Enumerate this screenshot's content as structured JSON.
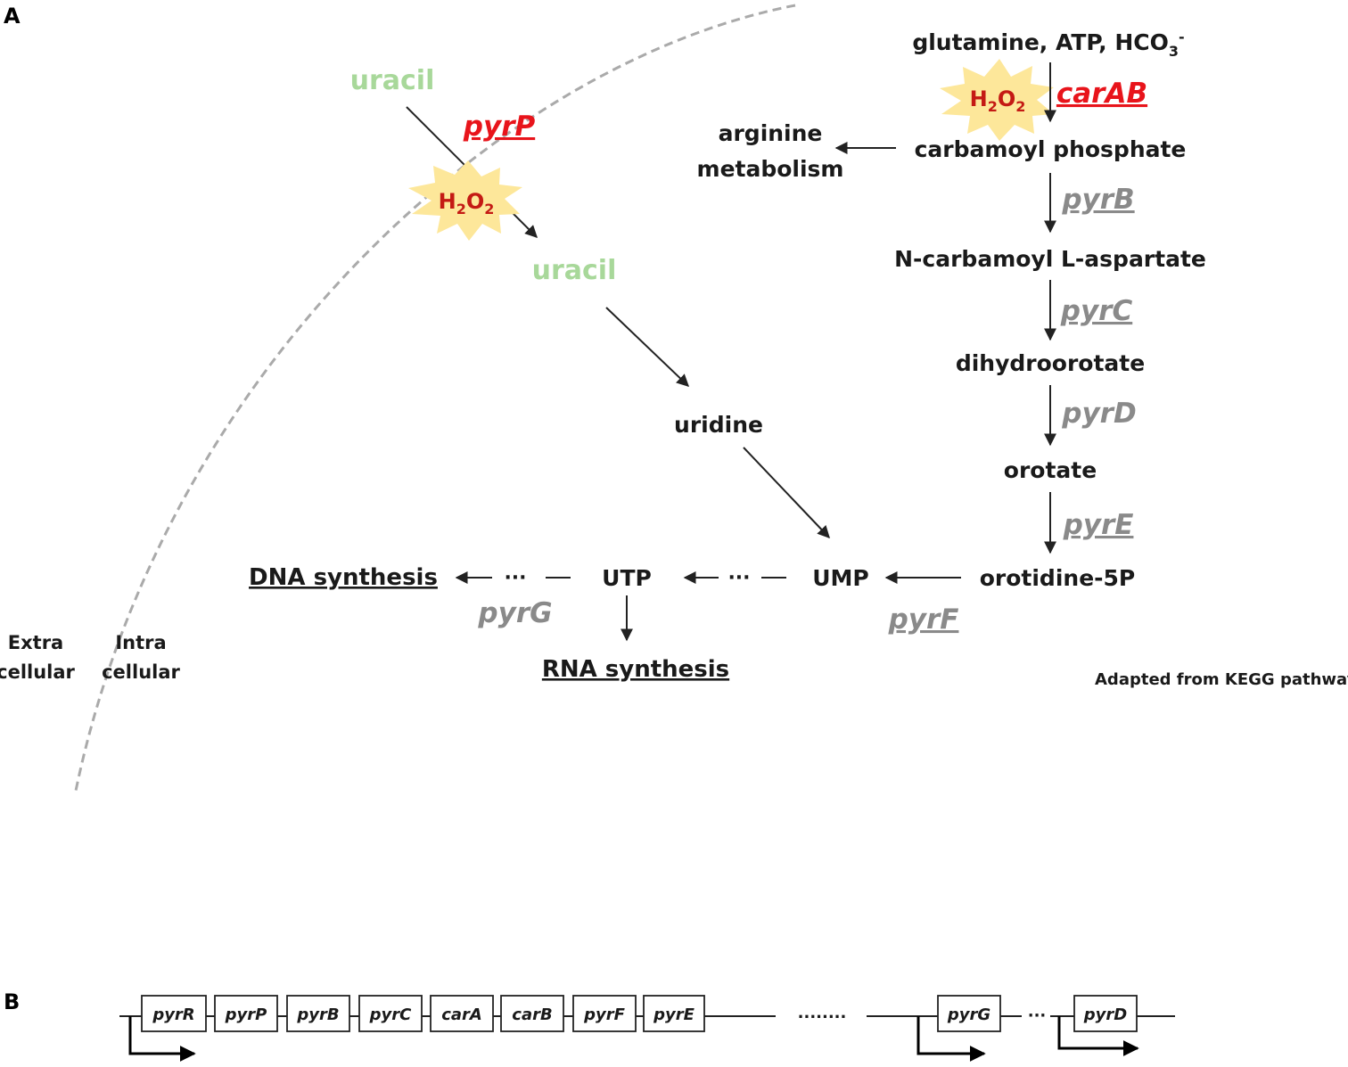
{
  "panel_labels": {
    "a": "A",
    "b": "B"
  },
  "credit": "Adapted from KEGG pathway",
  "compartments": {
    "extra": [
      "Extra",
      "cellular"
    ],
    "intra": [
      "Intra",
      "cellular"
    ]
  },
  "metabolites": {
    "substrates": "glutamine, ATP, HCO",
    "substrates_sub": "3",
    "substrates_sup": "-",
    "carbamoyl_phosphate": "carbamoyl phosphate",
    "arginine": [
      "arginine",
      "metabolism"
    ],
    "n_carbamoyl": "N-carbamoyl L-aspartate",
    "dihydroorotate": "dihydroorotate",
    "orotate": "orotate",
    "orotidine": "orotidine-5P",
    "ump": "UMP",
    "utp": "UTP",
    "uridine": "uridine",
    "uracil_out": "uracil",
    "uracil_in": "uracil"
  },
  "syntheses": {
    "dna": "DNA synthesis",
    "rna": "RNA synthesis"
  },
  "genes": {
    "carAB": "carAB",
    "pyrP": "pyrP",
    "pyrB": "pyrB",
    "pyrC": "pyrC",
    "pyrD": "pyrD",
    "pyrE": "pyrE",
    "pyrF": "pyrF",
    "pyrG": "pyrG"
  },
  "stress": {
    "main": "H",
    "sub": "2",
    "main2": "O",
    "sub2": "2"
  },
  "ellipsis": "···",
  "operon": {
    "cluster1": [
      "pyrR",
      "pyrP",
      "pyrB",
      "pyrC",
      "carA",
      "carB",
      "pyrF",
      "pyrE"
    ],
    "gap": "........",
    "cluster2": [
      "pyrG"
    ],
    "gap2": "···",
    "cluster3": [
      "pyrD"
    ]
  },
  "colors": {
    "red_gene": "#e8141b",
    "gray_gene": "#8a8a8a",
    "uracil": "#a8d89a",
    "h2o2_burst": "#fde79a",
    "h2o2_text": "#c41a14",
    "membrane": "#aaaaaa"
  }
}
